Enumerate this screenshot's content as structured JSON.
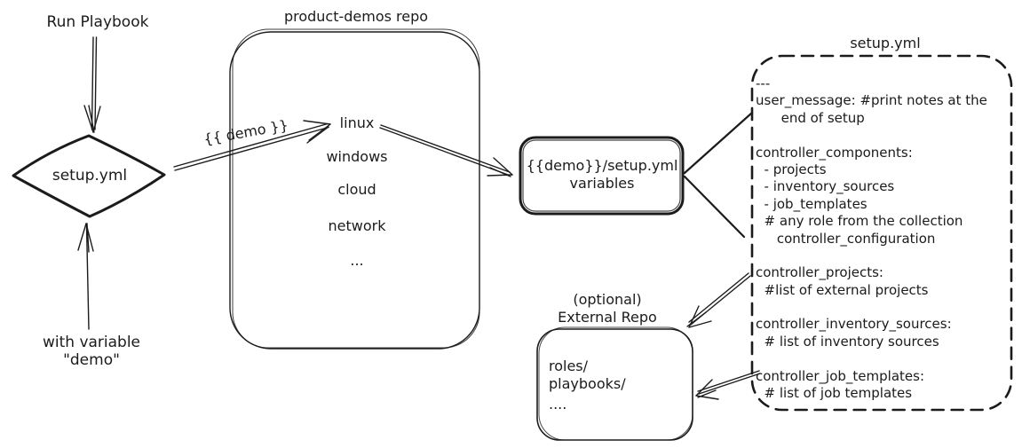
{
  "colors": {
    "ink": "#1b1b1b",
    "background": "#ffffff"
  },
  "left_flow": {
    "run_playbook_label": "Run Playbook",
    "diamond_label": "setup.yml",
    "with_variable_line1": "with variable",
    "with_variable_line2": "\"demo\"",
    "demo_arrow_label": "{{ demo }}"
  },
  "repo": {
    "title": "product-demos repo",
    "items": [
      "linux",
      "windows",
      "cloud",
      "network",
      "..."
    ]
  },
  "variables_box": {
    "line1": "{{demo}}/setup.yml",
    "line2": "variables"
  },
  "setup_file": {
    "title": "setup.yml",
    "lines": [
      "---",
      "user_message: #print notes at the",
      "      end of setup",
      "",
      "controller_components:",
      "  - projects",
      "  - inventory_sources",
      "  - job_templates",
      "  # any role from the collection",
      "     controller_configuration",
      "",
      "controller_projects:",
      "  #list of external projects",
      "",
      "controller_inventory_sources:",
      "  # list of inventory sources",
      "",
      "controller_job_templates:",
      "  # list of job templates"
    ]
  },
  "external_repo": {
    "title_line1": "(optional)",
    "title_line2": "External Repo",
    "line1": "roles/",
    "line2": "playbooks/",
    "line3": "...."
  }
}
